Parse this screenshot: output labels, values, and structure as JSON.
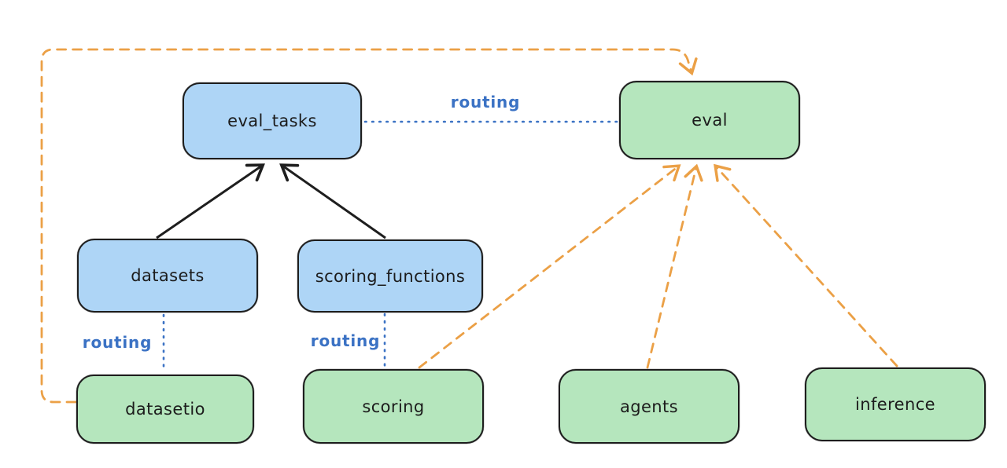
{
  "diagram": {
    "nodes": [
      {
        "id": "eval_tasks",
        "label": "eval_tasks",
        "kind": "resource",
        "fill": "blue"
      },
      {
        "id": "eval",
        "label": "eval",
        "kind": "api",
        "fill": "green"
      },
      {
        "id": "datasets",
        "label": "datasets",
        "kind": "resource",
        "fill": "blue"
      },
      {
        "id": "scoring_functions",
        "label": "scoring_functions",
        "kind": "resource",
        "fill": "blue"
      },
      {
        "id": "datasetio",
        "label": "datasetio",
        "kind": "api",
        "fill": "green"
      },
      {
        "id": "scoring",
        "label": "scoring",
        "kind": "api",
        "fill": "green"
      },
      {
        "id": "agents",
        "label": "agents",
        "kind": "api",
        "fill": "green"
      },
      {
        "id": "inference",
        "label": "inference",
        "kind": "api",
        "fill": "green"
      }
    ],
    "edges": [
      {
        "from": "eval_tasks",
        "to": "eval",
        "style": "dotted-blue",
        "label": "routing"
      },
      {
        "from": "datasets",
        "to": "eval_tasks",
        "style": "solid-black-arrow"
      },
      {
        "from": "scoring_functions",
        "to": "eval_tasks",
        "style": "solid-black-arrow"
      },
      {
        "from": "datasets",
        "to": "datasetio",
        "style": "dotted-blue",
        "label": "routing"
      },
      {
        "from": "scoring_functions",
        "to": "scoring",
        "style": "dotted-blue",
        "label": "routing"
      },
      {
        "from": "scoring",
        "to": "eval",
        "style": "dashed-orange-arrow"
      },
      {
        "from": "agents",
        "to": "eval",
        "style": "dashed-orange-arrow"
      },
      {
        "from": "inference",
        "to": "eval",
        "style": "dashed-orange-arrow"
      },
      {
        "from": "datasetio",
        "to": "eval",
        "style": "dashed-orange-arrow"
      }
    ],
    "colors": {
      "background": "#ffffff",
      "node_border": "#1e1e1e",
      "node_blue_fill": "#aed5f6",
      "node_green_fill": "#b5e6bd",
      "edge_black": "#1e1e1e",
      "edge_blue": "#3b72c4",
      "edge_orange": "#eba046",
      "label_text": "#1c1c1c"
    }
  }
}
